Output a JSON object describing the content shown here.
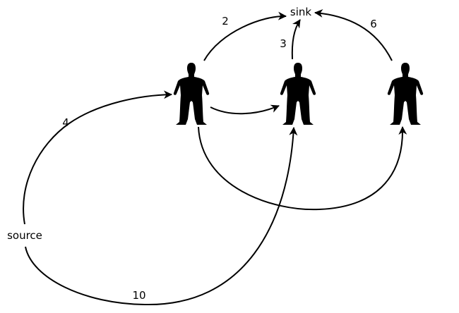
{
  "nodes": {
    "sink": "sink",
    "source": "source",
    "person1": "1",
    "person2": "2",
    "person3": "3"
  },
  "edges": {
    "person1_to_sink": "2",
    "person2_to_sink": "3",
    "person3_to_sink": "6",
    "source_to_person1": "4",
    "source_to_person2": "10"
  },
  "icons": {
    "person": "person-icon"
  },
  "colors": {
    "stroke": "#000000",
    "background": "#ffffff"
  }
}
